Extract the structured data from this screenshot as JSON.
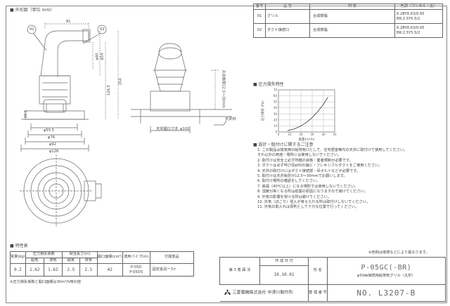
{
  "sections": {
    "outline": "外形図（単位 mm）",
    "pressure_loss": "圧力損失特性",
    "design_notes": "設計・取付けに関するご注意",
    "specs": "特性表"
  },
  "parts_table": {
    "headers": [
      "番号",
      "品 名",
      "材 質",
      "色調（マンセル・近）"
    ],
    "rows": [
      {
        "no": "01",
        "name": "グリル",
        "material": "合成樹脂",
        "color": "6.2BY8.63/0.65\nBR:2.5Y5.5/2"
      },
      {
        "no": "02",
        "name": "ダクト接続口",
        "material": "合成樹脂",
        "color": "6.2BY8.63/0.65\nBR:2.5Y5.5/2"
      }
    ]
  },
  "drawing": {
    "callouts": [
      "01",
      "02"
    ],
    "dims": {
      "d81": "81",
      "phi40": "φ40",
      "phi54": "φ54",
      "h126_5": "126.5",
      "h154": "154",
      "d16_5": "16.5",
      "phi55_5": "φ55.5",
      "phi76": "φ76",
      "phi92": "φ92",
      "phi126": "φ126",
      "phi102": "φ102",
      "hole": "天井開口寸法",
      "ceiling": "天井材",
      "thickness": "天井板厚12.5〜30mm"
    }
  },
  "chart_data": {
    "type": "line",
    "title": "",
    "xlabel": "風量(m³/h)",
    "ylabel": "圧力損失 (Pa)",
    "x_ticks": [
      "0",
      "10",
      "20",
      "30",
      "40",
      "50"
    ],
    "y_ticks": [
      "0",
      "10",
      "20",
      "30",
      "40",
      "50",
      "60",
      "70"
    ],
    "xlim": [
      0,
      50
    ],
    "ylim": [
      0,
      70
    ],
    "grid": true,
    "series": [
      {
        "name": "",
        "x": [
          8,
          14,
          20,
          25,
          30,
          35,
          40,
          44
        ],
        "y": [
          2,
          5,
          10,
          16,
          24,
          34,
          46,
          58
        ]
      }
    ]
  },
  "notes": [
    "1. この製品は換気扇の給排気口として、住宅居室等内の天井に取付けて使用してください。",
    "   それ以外の用途・場所には使用しないでください。",
    "2. 取付けは安全上必ず所轄の資格・業者規制が必要です。",
    "3. ダクトは必ず呼び径φ50の塩ビ・フレキシブルダクトをご使用ください。",
    "4. 天井の取付けにはダクト接続部・吊ボルトなどが必要です。",
    "5. 取付けは天井板厚が12.5〜30mmでお願いします。",
    "6. 取付け場所の確認をしてください。",
    "7. 高温（40℃以上）になる場所では使用しないでください。",
    "8. 湿度が高くなる所は結露の原因になりますので避けてください。",
    "9. 外気の影響を受ける所は避けてください。",
    "10. 外気（ほこり）侵入が考えられる所は取付けしないでください。",
    "11. 外気の取入れは原則として十分な位置で行ってください。"
  ],
  "spec_table": {
    "headers": {
      "weight": "質量(kg)",
      "pressure": "圧力損失係数",
      "supply": "給気",
      "exhaust": "排気",
      "equiv": "相当長さ(m)",
      "area": "開口面積(cm²)",
      "pipe": "適用パイプ(m)",
      "accessory": "付属部品"
    },
    "values": {
      "weight": "0.2",
      "p_supply": "1.62",
      "p_exhaust": "1.62",
      "e_supply": "2.5",
      "e_exhaust": "2.5",
      "area": "42",
      "pipe": "P-05D\nP-05DS",
      "accessory": "固定金具ー3ヶ"
    },
    "footnote": "※圧力損失係数と開口面積は30m³/h時の値"
  },
  "color_note": "※色柄は環境などにより異なります。",
  "title_block": {
    "angle": "第 3 角 図 法",
    "date_label": "作 成 日 付",
    "date": "10.10.01",
    "name_label": "形 名",
    "model": "P-05GC(-BR)",
    "desc": "φ50㎜接続用給排気グリル（丸形）",
    "company": "三菱電機株式会社 中津川製作所",
    "doc_label": "整 理 番 号",
    "doc_no": "NO. L3207-B"
  }
}
